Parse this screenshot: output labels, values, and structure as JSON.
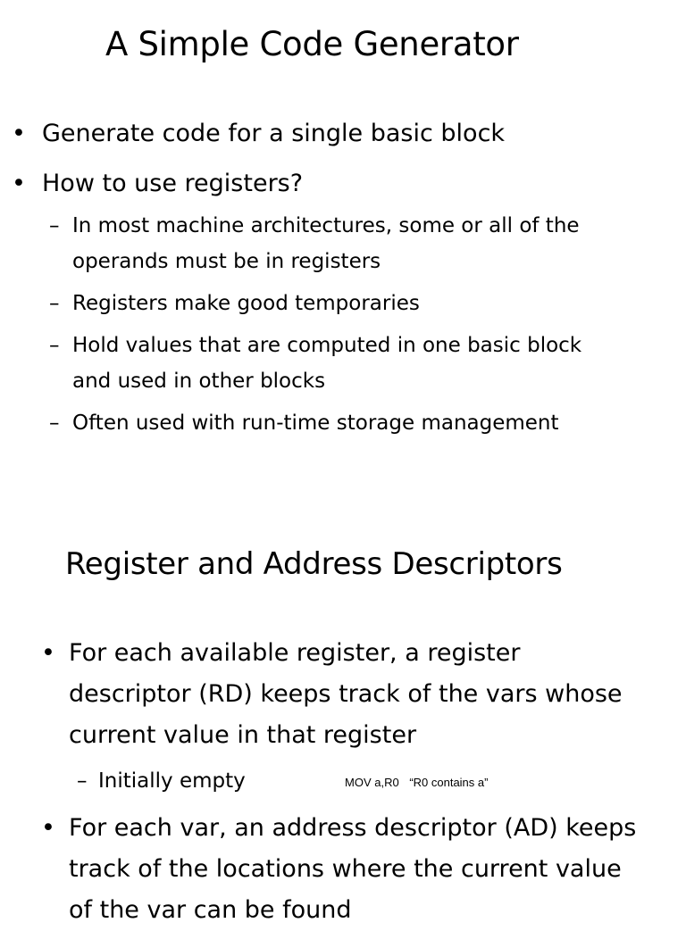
{
  "slide1": {
    "title": "A Simple Code Generator",
    "bullets": [
      "Generate code for a single basic block",
      "How to use registers?"
    ],
    "sub_bullets": [
      {
        "line1": "In most machine architectures, some or all of the",
        "line2": "operands must be in registers"
      },
      {
        "line1": "Registers make good temporaries"
      },
      {
        "line1": "Hold values that are computed in one basic block",
        "line2": "and used in other blocks"
      },
      {
        "line1": "Often used with run-time storage management"
      }
    ]
  },
  "slide2": {
    "title": "Register and Address Descriptors",
    "bullet1": {
      "line1": "For each available register, a register",
      "line2": "descriptor (RD) keeps track of the vars whose",
      "line3": "current value in that register"
    },
    "sub_bullet": "Initially empty",
    "note_code": "MOV a,R0",
    "note_quote": "“R0 contains a”",
    "bullet2": {
      "line1": "For each var, an address descriptor (AD) keeps",
      "line2": "track of the locations where the current value",
      "line3": "of the var can be found"
    }
  },
  "glyphs": {
    "bullet": "•",
    "dash": "–"
  }
}
